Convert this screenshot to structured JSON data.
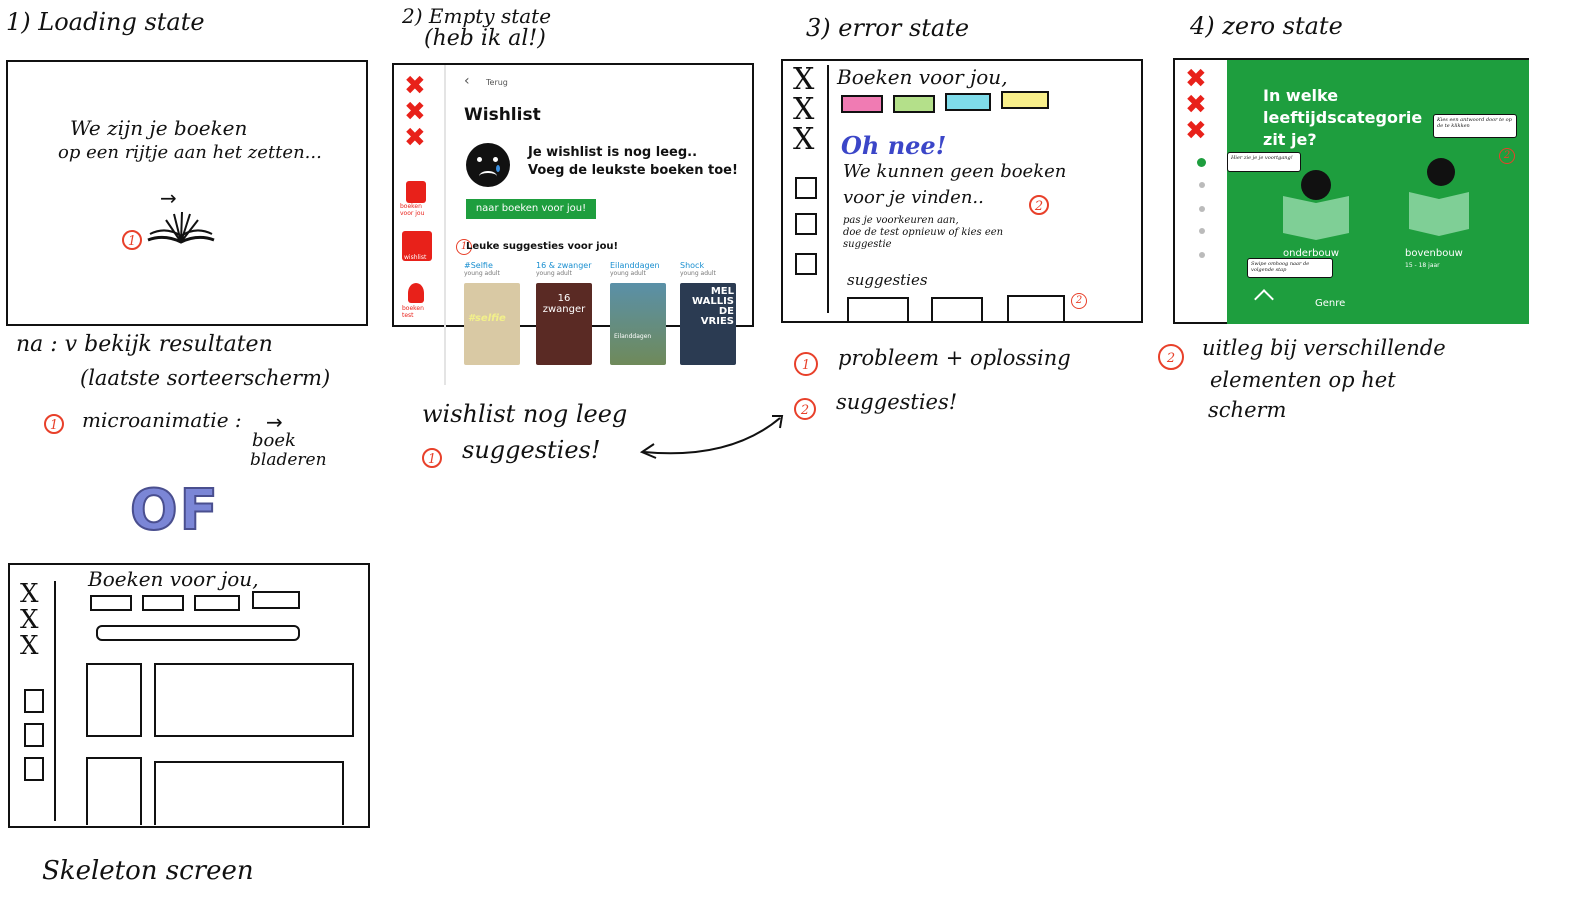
{
  "panel1": {
    "heading": "1) Loading state",
    "line1": "We zijn je boeken",
    "line2": "op een rijtje aan het zetten...",
    "marker": "1",
    "note_line1": "na : v bekijk resultaten",
    "note_line2": "(laatste sorteerscherm)",
    "micro_number": "1",
    "micro_label": "microanimatie :",
    "micro_detail_1": "boek",
    "micro_detail_2": "bladeren",
    "of_label": "OF"
  },
  "panel2": {
    "heading_line1": "2) Empty state",
    "heading_line2": "(heb ik al!)",
    "back_label": "Terug",
    "title": "Wishlist",
    "empty_line1": "Je wishlist is nog leeg..",
    "empty_line2": "Voeg de leukste boeken toe!",
    "cta": "naar boeken voor jou!",
    "sidebar": [
      "boeken voor jou",
      "wishlist",
      "boeken test"
    ],
    "suggestions_title": "Leuke suggesties voor jou!",
    "marker": "1",
    "books": [
      {
        "title": "#Selfie",
        "sub": "young adult",
        "cover_text": "#selfie",
        "color": "#d9c9a4"
      },
      {
        "title": "16 & zwanger",
        "sub": "young adult",
        "cover_text": "16 zwanger",
        "color": "#5a2a24"
      },
      {
        "title": "Eilanddagen",
        "sub": "young adult",
        "cover_text": "Eilanddagen",
        "color": "#4d7a8c"
      },
      {
        "title": "Shock",
        "sub": "young adult",
        "cover_text": "MEL WALLIS DE VRIES",
        "color": "#2b3b52"
      }
    ],
    "note_line1": "wishlist nog leeg",
    "note_number": "1",
    "note_line2": "suggesties!"
  },
  "panel3": {
    "heading": "3) error state",
    "books_title": "Boeken voor jou,",
    "error_title": "Oh nee!",
    "error_line1": "We kunnen geen boeken",
    "error_line2": "voor je vinden..",
    "hint_line1": "pas je voorkeuren aan,",
    "hint_line2": "doe de test opnieuw of kies een",
    "hint_line3": "suggestie",
    "marker2": "2",
    "suggestions_label": "suggesties",
    "marker_s": "2",
    "chip_colors": [
      "#f07bb3",
      "#b4e08a",
      "#7fdcea",
      "#f7ee8a"
    ],
    "note1_number": "1",
    "note1_text": "probleem + oplossing",
    "note2_number": "2",
    "note2_text": "suggesties!"
  },
  "panel4": {
    "heading": "4) zero state",
    "question_line1": "In welke",
    "question_line2": "leeftijdscategorie",
    "question_line3": "zit je?",
    "bubble_right": "Kies een antwoord door te op de te klikken",
    "bubble_left": "Hier zie je je voortgang!",
    "bubble_bottom": "Swipe omhoog naar de volgende stap",
    "marker": "2",
    "option1_label": "onderbouw",
    "option2_label": "bovenbouw",
    "option2_sub": "15 - 18 jaar",
    "genre_label": "Genre",
    "accent": "#1e9e3e",
    "note_number": "2",
    "note_line1": "uitleg bij verschillende",
    "note_line2": "elementen op het",
    "note_line3": "scherm"
  },
  "panel5": {
    "books_title": "Boeken voor jou,",
    "caption": "Skeleton screen"
  }
}
